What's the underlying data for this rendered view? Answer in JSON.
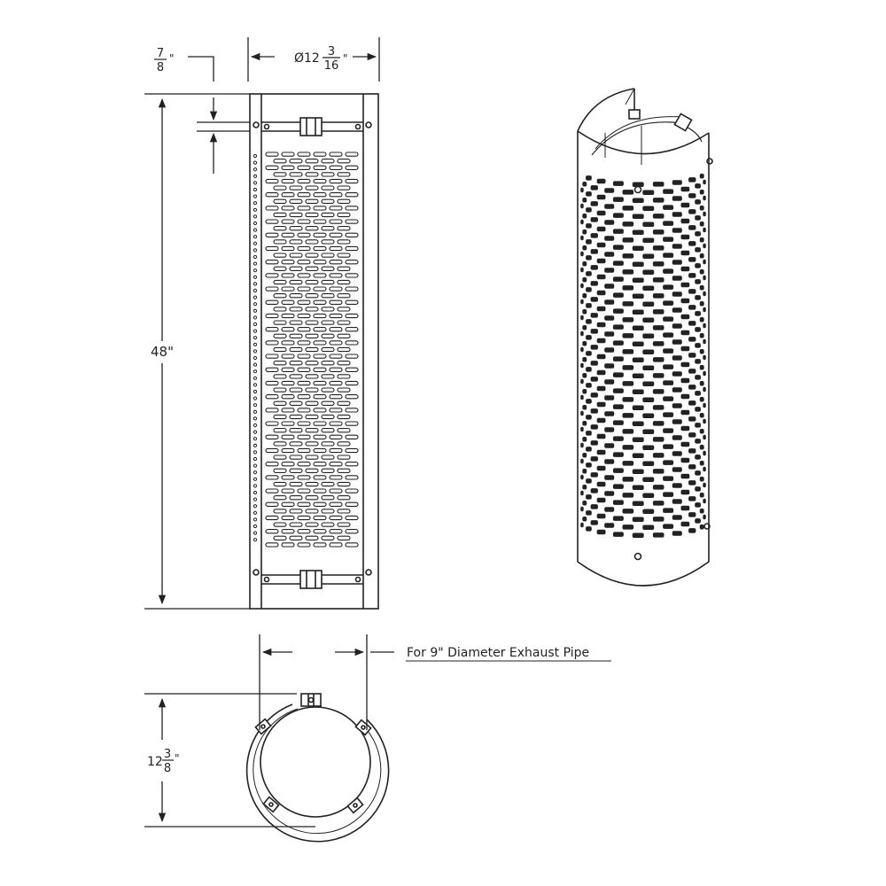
{
  "front_view": {
    "edge_dim": {
      "num": "7",
      "den": "8",
      "mark": "\""
    },
    "diameter_dim": {
      "prefix": "Ø12",
      "num": "3",
      "den": "16",
      "mark": "\""
    },
    "height_dim": "48\""
  },
  "end_view": {
    "pipe_note": "For 9\" Diameter Exhaust Pipe",
    "width_dim": {
      "whole": "12",
      "num": "3",
      "den": "8",
      "mark": "\""
    }
  },
  "colors": {
    "line": "#222222",
    "paper": "#ffffff"
  }
}
